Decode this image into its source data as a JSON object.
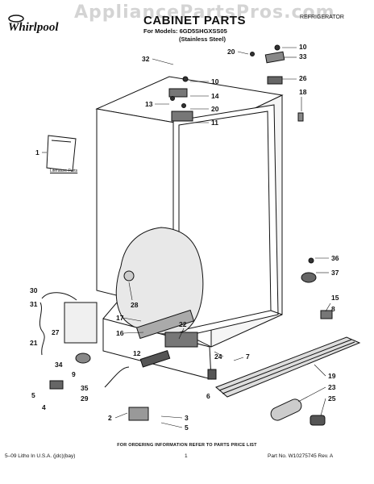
{
  "header": {
    "watermark": "AppliancePartsPros.com",
    "brand": "Whirlpool",
    "title": "CABINET PARTS",
    "models_line": "For Models: 6GD5SHGXSS05",
    "models_variant": "(Stainless Steel)",
    "category": "REFRIGERATOR"
  },
  "diagram": {
    "literature_label": "Literature Parts",
    "callouts": [
      {
        "id": "c32a",
        "num": "32"
      },
      {
        "id": "c10a",
        "num": "10"
      },
      {
        "id": "c14",
        "num": "14"
      },
      {
        "id": "c13",
        "num": "13"
      },
      {
        "id": "c20b",
        "num": "20"
      },
      {
        "id": "c11",
        "num": "11"
      },
      {
        "id": "c20a",
        "num": "20"
      },
      {
        "id": "c10b",
        "num": "10"
      },
      {
        "id": "c33",
        "num": "33"
      },
      {
        "id": "c26",
        "num": "26"
      },
      {
        "id": "c18",
        "num": "18"
      },
      {
        "id": "c1",
        "num": "1"
      },
      {
        "id": "c36",
        "num": "36"
      },
      {
        "id": "c37",
        "num": "37"
      },
      {
        "id": "c15",
        "num": "15"
      },
      {
        "id": "c8",
        "num": "8"
      },
      {
        "id": "c28",
        "num": "28"
      },
      {
        "id": "c30",
        "num": "30"
      },
      {
        "id": "c31",
        "num": "31"
      },
      {
        "id": "c27",
        "num": "27"
      },
      {
        "id": "c21",
        "num": "21"
      },
      {
        "id": "c17",
        "num": "17"
      },
      {
        "id": "c16",
        "num": "16"
      },
      {
        "id": "c22",
        "num": "22"
      },
      {
        "id": "c12",
        "num": "12"
      },
      {
        "id": "c24",
        "num": "24"
      },
      {
        "id": "c7",
        "num": "7"
      },
      {
        "id": "c34",
        "num": "34"
      },
      {
        "id": "c9",
        "num": "9"
      },
      {
        "id": "c35",
        "num": "35"
      },
      {
        "id": "c29",
        "num": "29"
      },
      {
        "id": "c5a",
        "num": "5"
      },
      {
        "id": "c4",
        "num": "4"
      },
      {
        "id": "c6",
        "num": "6"
      },
      {
        "id": "c19",
        "num": "19"
      },
      {
        "id": "c23",
        "num": "23"
      },
      {
        "id": "c25",
        "num": "25"
      },
      {
        "id": "c2",
        "num": "2"
      },
      {
        "id": "c3",
        "num": "3"
      },
      {
        "id": "c5b",
        "num": "5"
      }
    ]
  },
  "footer": {
    "note": "FOR ORDERING INFORMATION REFER TO PARTS PRICE LIST",
    "left": "5–09 Litho In U.S.A. (jdc)(bay)",
    "page": "1",
    "right": "Part No. W10275745 Rev. A"
  }
}
